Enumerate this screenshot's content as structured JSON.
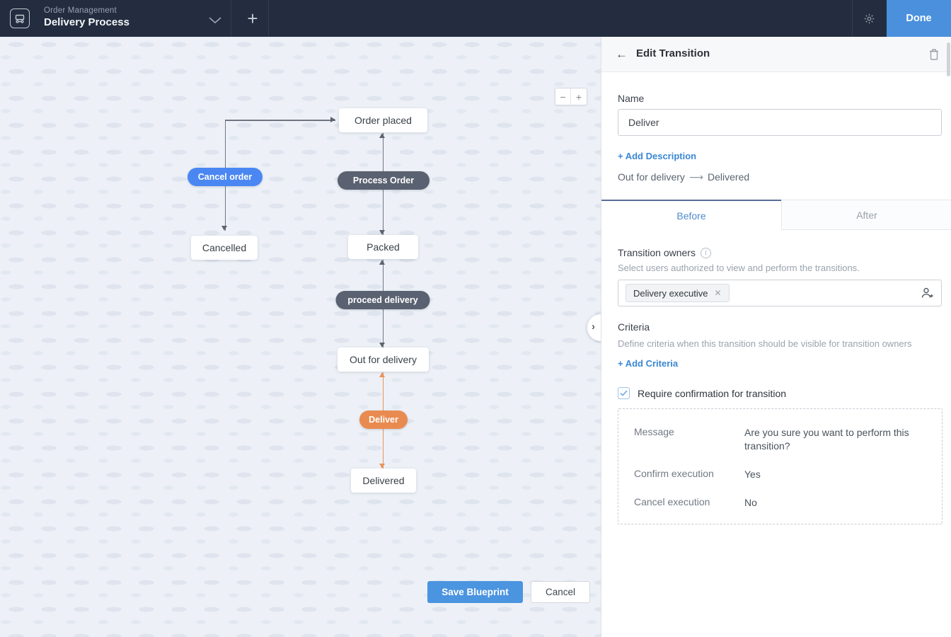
{
  "topbar": {
    "app_label": "Order Management",
    "title": "Delivery Process",
    "done_label": "Done"
  },
  "canvas": {
    "zoom_out_label": "−",
    "zoom_in_label": "+"
  },
  "flow": {
    "states": {
      "order_placed": "Order placed",
      "cancelled": "Cancelled",
      "packed": "Packed",
      "out_for_delivery": "Out for delivery",
      "delivered": "Delivered"
    },
    "transitions": {
      "cancel_order": {
        "label": "Cancel order",
        "color": "#4a87f2"
      },
      "process_order": {
        "label": "Process Order",
        "color": "#5a6170"
      },
      "proceed_delivery": {
        "label": "proceed delivery",
        "color": "#5a6170"
      },
      "deliver": {
        "label": "Deliver",
        "color": "#e98b50"
      }
    }
  },
  "footer": {
    "save_label": "Save Blueprint",
    "cancel_label": "Cancel"
  },
  "panel": {
    "title": "Edit Transition",
    "name_label": "Name",
    "name_value": "Deliver",
    "add_description_label": "+ Add Description",
    "path": {
      "from": "Out for delivery",
      "arrow": "⟶",
      "to": "Delivered"
    },
    "tabs": [
      {
        "label": "Before",
        "active": true
      },
      {
        "label": "After",
        "active": false
      }
    ],
    "owners": {
      "label": "Transition owners",
      "info_glyph": "i",
      "helper": "Select users authorized to view and  perform the transitions.",
      "chip_label": "Delivery executive",
      "chip_remove_glyph": "✕"
    },
    "criteria": {
      "label": "Criteria",
      "helper": "Define criteria when this transition should be visible for transition owners",
      "add_label": "+ Add Criteria"
    },
    "confirmation": {
      "checkbox_label": "Require confirmation for transition",
      "checked": true,
      "rows": [
        {
          "label": "Message",
          "value": "Are you sure you want to perform this transition?"
        },
        {
          "label": "Confirm execution",
          "value": "Yes"
        },
        {
          "label": "Cancel execution",
          "value": "No"
        }
      ]
    }
  },
  "colors": {
    "topbar_bg": "#232d3f",
    "accent_blue": "#4a90dc",
    "link_blue": "#3a87d4",
    "transition_selected_orange": "#e98b50",
    "transition_default_dark": "#5a6170",
    "transition_blue": "#4a87f2",
    "canvas_bg": "#edf1f7"
  }
}
